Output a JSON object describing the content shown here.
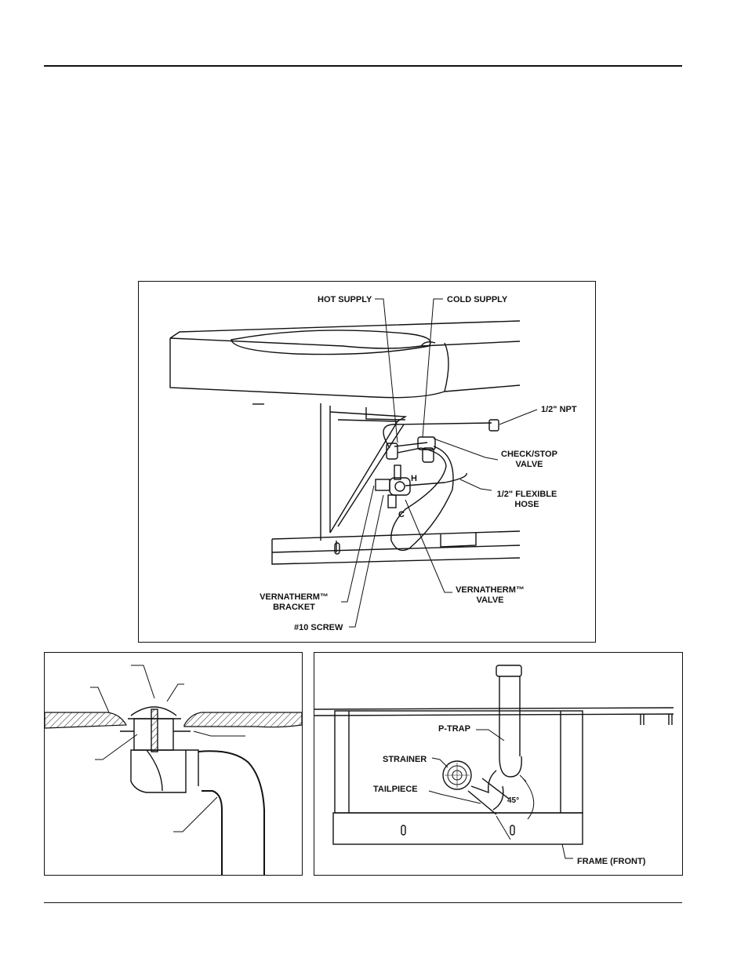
{
  "figures": {
    "faucet_supply": {
      "labels": {
        "hot_supply": "HOT SUPPLY",
        "cold_supply": "COLD SUPPLY",
        "npt": "1/2\" NPT",
        "check_stop_1": "CHECK/STOP",
        "check_stop_2": "VALVE",
        "flex_hose_1": "1/2\" FLEXIBLE",
        "flex_hose_2": "HOSE",
        "h": "H",
        "c": "C",
        "vt_bracket_1": "VERNATHERM™",
        "vt_bracket_2": "BRACKET",
        "vt_valve_1": "VERNATHERM™",
        "vt_valve_2": "VALVE",
        "screw": "#10 SCREW"
      }
    },
    "drain_section": {
      "labels": {}
    },
    "frame_front": {
      "labels": {
        "p_trap": "P-TRAP",
        "strainer": "STRAINER",
        "tailpiece": "TAILPIECE",
        "angle": "45°",
        "frame_front": "FRAME (FRONT)"
      }
    }
  },
  "colors": {
    "line": "#111111",
    "background": "#ffffff"
  }
}
